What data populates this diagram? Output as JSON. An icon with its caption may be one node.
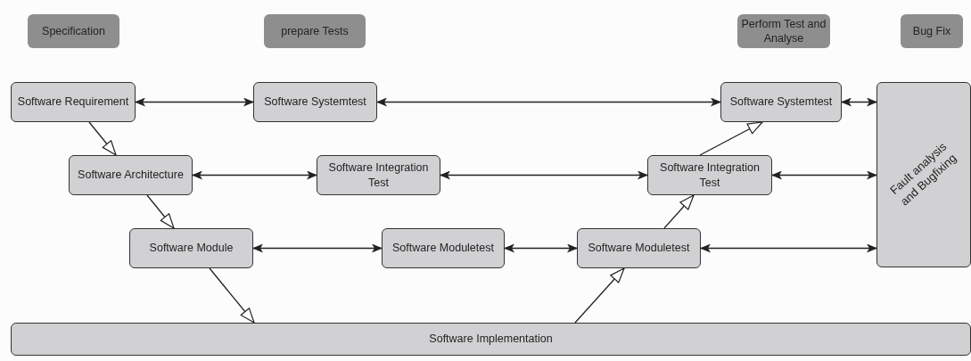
{
  "diagram": {
    "nodes": [
      {
        "text": [
          "Specification"
        ]
      },
      {
        "text": [
          "prepare Tests"
        ]
      },
      {
        "text": [
          "Perform Test and Analyse"
        ]
      },
      {
        "text": [
          "Bug Fix"
        ]
      },
      {
        "text": [
          "Software Requirement"
        ]
      },
      {
        "text": [
          "Software Systemtest"
        ]
      },
      {
        "text": [
          "Software Systemtest"
        ]
      },
      {
        "text": [
          "Fault analysis and Bugfixing"
        ]
      },
      {
        "text": [
          "Software Architecture"
        ]
      },
      {
        "text": [
          "Software Integration Test"
        ]
      },
      {
        "text": [
          "Software Integration Test"
        ]
      },
      {
        "text": [
          "Software Module"
        ]
      },
      {
        "text": [
          "Software Moduletest"
        ]
      },
      {
        "text": [
          "Software Moduletest"
        ]
      },
      {
        "text": [
          "Software Implementation"
        ]
      }
    ],
    "edges": [
      {
        "from": 4,
        "to": 5,
        "arrow": "both"
      },
      {
        "from": 5,
        "to": 6,
        "arrow": "both"
      },
      {
        "from": 6,
        "to": 7,
        "arrow": "both"
      },
      {
        "from": 8,
        "to": 9,
        "arrow": "both"
      },
      {
        "from": 9,
        "to": 10,
        "arrow": "both"
      },
      {
        "from": 10,
        "to": 7,
        "arrow": "both"
      },
      {
        "from": 11,
        "to": 12,
        "arrow": "both"
      },
      {
        "from": 12,
        "to": 13,
        "arrow": "both"
      },
      {
        "from": 13,
        "to": 7,
        "arrow": "both"
      },
      {
        "from": 4,
        "to": 8,
        "arrow": "to"
      },
      {
        "from": 8,
        "to": 11,
        "arrow": "to"
      },
      {
        "from": 11,
        "to": 14,
        "arrow": "to"
      },
      {
        "from": 14,
        "to": 13,
        "arrow": "to"
      },
      {
        "from": 13,
        "to": 10,
        "arrow": "to"
      },
      {
        "from": 10,
        "to": 6,
        "arrow": "to"
      }
    ]
  }
}
